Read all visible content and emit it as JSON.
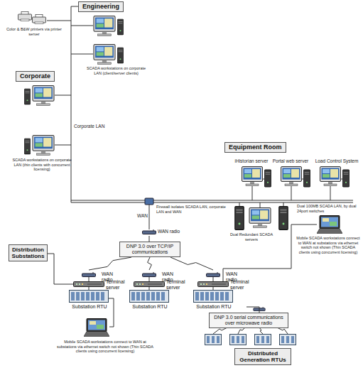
{
  "diagram": {
    "nodes": [
      {
        "text": [
          "Engineering"
        ]
      },
      {
        "text": [
          "Corporate"
        ]
      },
      {
        "text": [
          "Equipment Room"
        ]
      },
      {
        "text": [
          "DNP 3.0 over TCP/IP communications"
        ]
      },
      {
        "text": [
          "Distribution Substations"
        ]
      },
      {
        "text": [
          "DNP 3.0 serial communications over microwave radio"
        ]
      },
      {
        "text": [
          "Distributed Generation RTUs"
        ]
      },
      {
        "text": [
          "WAN radio"
        ]
      },
      {
        "text": [
          "WAN radio",
          "Terminal server",
          "Substation RTU"
        ]
      },
      {
        "text": [
          "WAN radio",
          "Terminal server",
          "Substation RTU"
        ]
      },
      {
        "text": [
          "WAN radio",
          "Terminal server",
          "Substation RTU"
        ]
      }
    ],
    "edges": [
      {
        "from": 7,
        "to": 3,
        "arrow": "none"
      },
      {
        "from": 3,
        "to": 8,
        "arrow": "none"
      },
      {
        "from": 3,
        "to": 9,
        "arrow": "none"
      },
      {
        "from": 3,
        "to": 10,
        "arrow": "none"
      },
      {
        "from": 10,
        "to": 5,
        "arrow": "none"
      }
    ],
    "labels": [
      "Color & B&W printers via printer server",
      "SCADA workstations on corporate LAN (client/server clients)",
      "Corporate LAN",
      "SCADA workstations on corporate LAN (thin clients with concurrent licensing)",
      "iHistorian server",
      "Portal web server",
      "Load Control System",
      "Dual 100MB SCADA LAN, by dual 24port switches",
      "Dual Redundant SCADA servers",
      "Firewall isolates SCADA LAN, corporate LAN and WAN",
      "WAN",
      "Mobile SCADA workstations connect to WAN at substations via ethernet switch not shown (Thin SCADA clients using concurrent licensing)",
      "Mobile SCADA workstations connect to WAN at substations via ethernet switch not shown (Thin SCADA clients using concurrent licensing)"
    ]
  }
}
